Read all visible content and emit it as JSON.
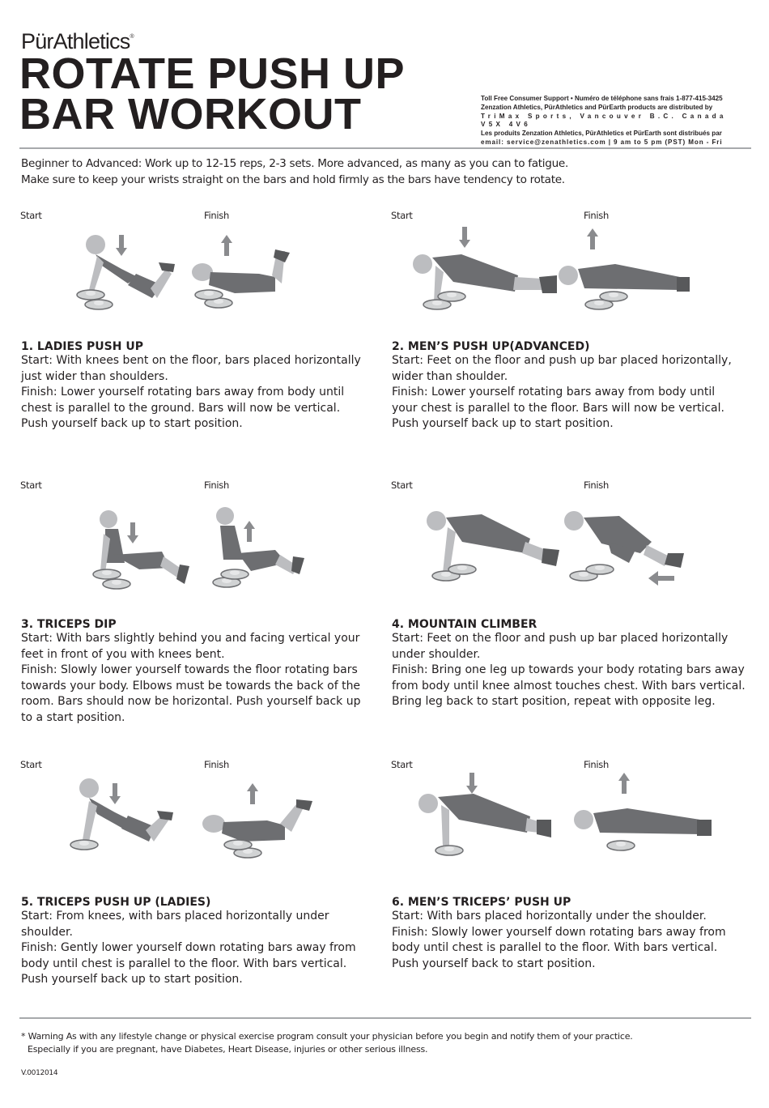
{
  "header": {
    "brand": "PürAthletics",
    "brand_mark": "®",
    "title_line1": "ROTATE PUSH UP",
    "title_line2": "BAR WORKOUT",
    "contact": [
      "Toll Free Consumer Support • Numéro de téléphone sans frais 1-877-415-3425",
      "Zenzation Athletics, PürAthletics  and PürEarth  products are distributed by",
      "TriMax Sports, Vancouver B.C. Canada V5X 4V6",
      "Les produits Zenzation Athletics, PürAthletics et PürEarth  sont distribués par",
      "email: service@zenathletics.com | 9 am to 5 pm (PST) Mon - Fri"
    ]
  },
  "intro": [
    "Beginner to Advanced: Work up to 12-15 reps, 2-3 sets. More advanced, as many as you can to fatigue.",
    "Make sure to keep your wrists straight on the bars and hold firmly as the bars have tendency to rotate."
  ],
  "labels": {
    "start": "Start",
    "finish": "Finish"
  },
  "colors": {
    "text": "#231f20",
    "figure_light": "#bcbdc0",
    "figure_dark": "#6d6e71",
    "arrow": "#8a8b8e",
    "rule": "#a7a9ac"
  },
  "exercises": [
    {
      "title": "1. LADIES PUSH UP",
      "lines": [
        "Start: With knees bent on the floor, bars placed horizontally",
        "just wider than shoulders.",
        "Finish: Lower yourself rotating bars away from body until",
        "chest is parallel to the ground. Bars will now be vertical.",
        "Push yourself back up to start position."
      ]
    },
    {
      "title": "2. MEN’S PUSH UP(ADVANCED)",
      "lines": [
        "Start: Feet on the floor and push up bar placed horizontally,",
        "wider than shoulder.",
        "Finish: Lower yourself rotating bars away from body until",
        "your chest is parallel to the floor. Bars will now be vertical.",
        "Push yourself back up to start position."
      ]
    },
    {
      "title": "3. TRICEPS DIP",
      "lines": [
        "Start: With bars slightly behind you and facing vertical your",
        "feet in front of you with knees bent.",
        "Finish: Slowly lower yourself towards the floor rotating bars",
        "towards your body. Elbows must be towards the back of the",
        "room. Bars should now be horizontal. Push yourself back up",
        "to a start position."
      ]
    },
    {
      "title": "4. MOUNTAIN CLIMBER",
      "lines": [
        "Start: Feet on the floor and push up bar placed horizontally",
        "under shoulder.",
        "Finish: Bring one leg up towards your body rotating bars away",
        "from body until knee almost touches chest. With bars vertical.",
        "Bring leg back to start position, repeat with opposite leg."
      ]
    },
    {
      "title": "5. TRICEPS PUSH UP (LADIES)",
      "lines": [
        "Start: From knees, with bars placed horizontally under",
        "shoulder.",
        "Finish: Gently lower yourself down rotating bars away from",
        "body until chest is parallel to the floor. With bars vertical.",
        "Push yourself back up to start position."
      ]
    },
    {
      "title": "6. MEN’S TRICEPS’ PUSH UP",
      "lines": [
        "Start: With bars placed horizontally under the shoulder.",
        "Finish:  Slowly lower yourself down rotating bars away from",
        "body until chest is parallel to the floor. With bars vertical.",
        "Push yourself back to start position."
      ]
    }
  ],
  "footer": {
    "warning_line1": "* Warning As with any lifestyle change or physical exercise program consult your physician before you begin and notify them of your practice.",
    "warning_line2": "Especially if you are pregnant, have Diabetes, Heart Disease, injuries or other serious illness.",
    "version": "V.0012014"
  }
}
